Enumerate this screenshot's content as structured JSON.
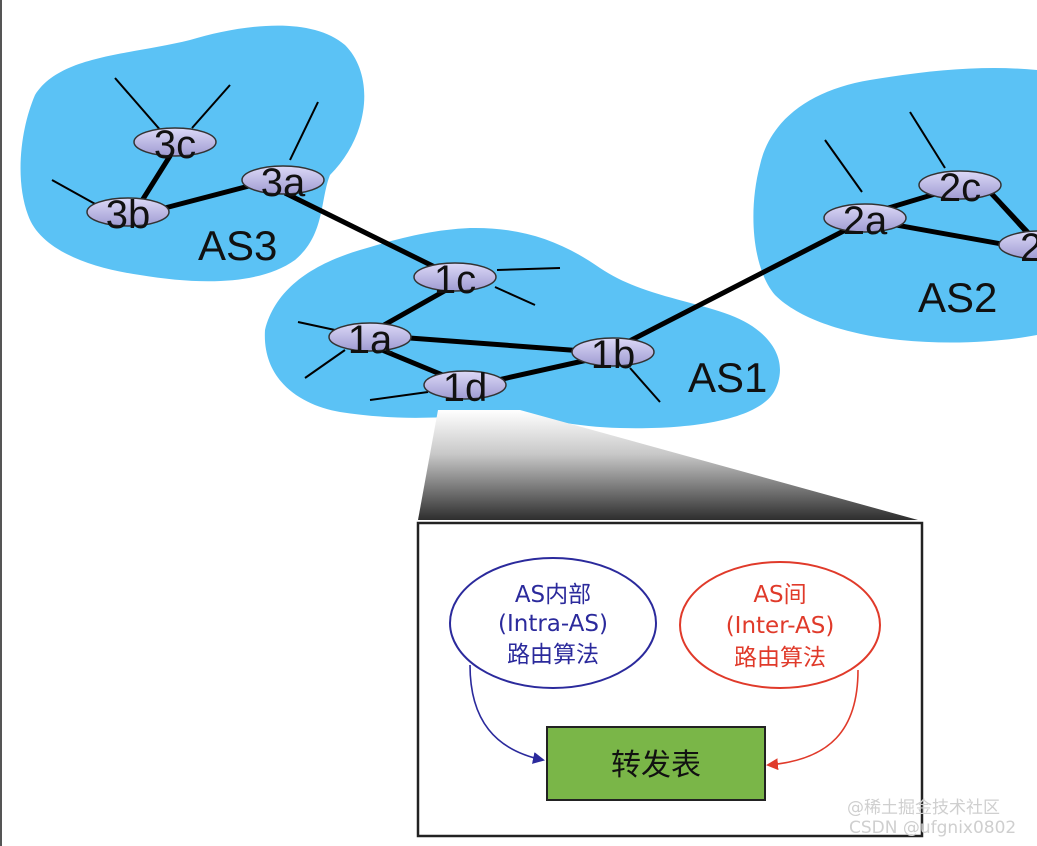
{
  "autonomous_systems": {
    "as1": "AS1",
    "as2": "AS2",
    "as3": "AS3"
  },
  "routers": {
    "r1a": "1a",
    "r1b": "1b",
    "r1c": "1c",
    "r1d": "1d",
    "r2a": "2a",
    "r2b": "2",
    "r2c": "2c",
    "r3a": "3a",
    "r3b": "3b",
    "r3c": "3c"
  },
  "detail": {
    "intra_as": {
      "line1": "AS内部",
      "line2": "(Intra-AS)",
      "line3": "路由算法",
      "color": "#2b2a9c"
    },
    "inter_as": {
      "line1": "AS间",
      "line2": "(Inter-AS)",
      "line3": "路由算法",
      "color": "#e03a2a"
    },
    "forwarding_table": {
      "label": "转发表",
      "color": "#7ab648"
    }
  },
  "watermark": {
    "line1": "@稀土掘金技术社区",
    "line2": "CSDN @ufgnix0802"
  },
  "colors": {
    "as_cloud": "#5bc2f5",
    "router_fill": "#c9c6ee",
    "link": "#000000"
  }
}
